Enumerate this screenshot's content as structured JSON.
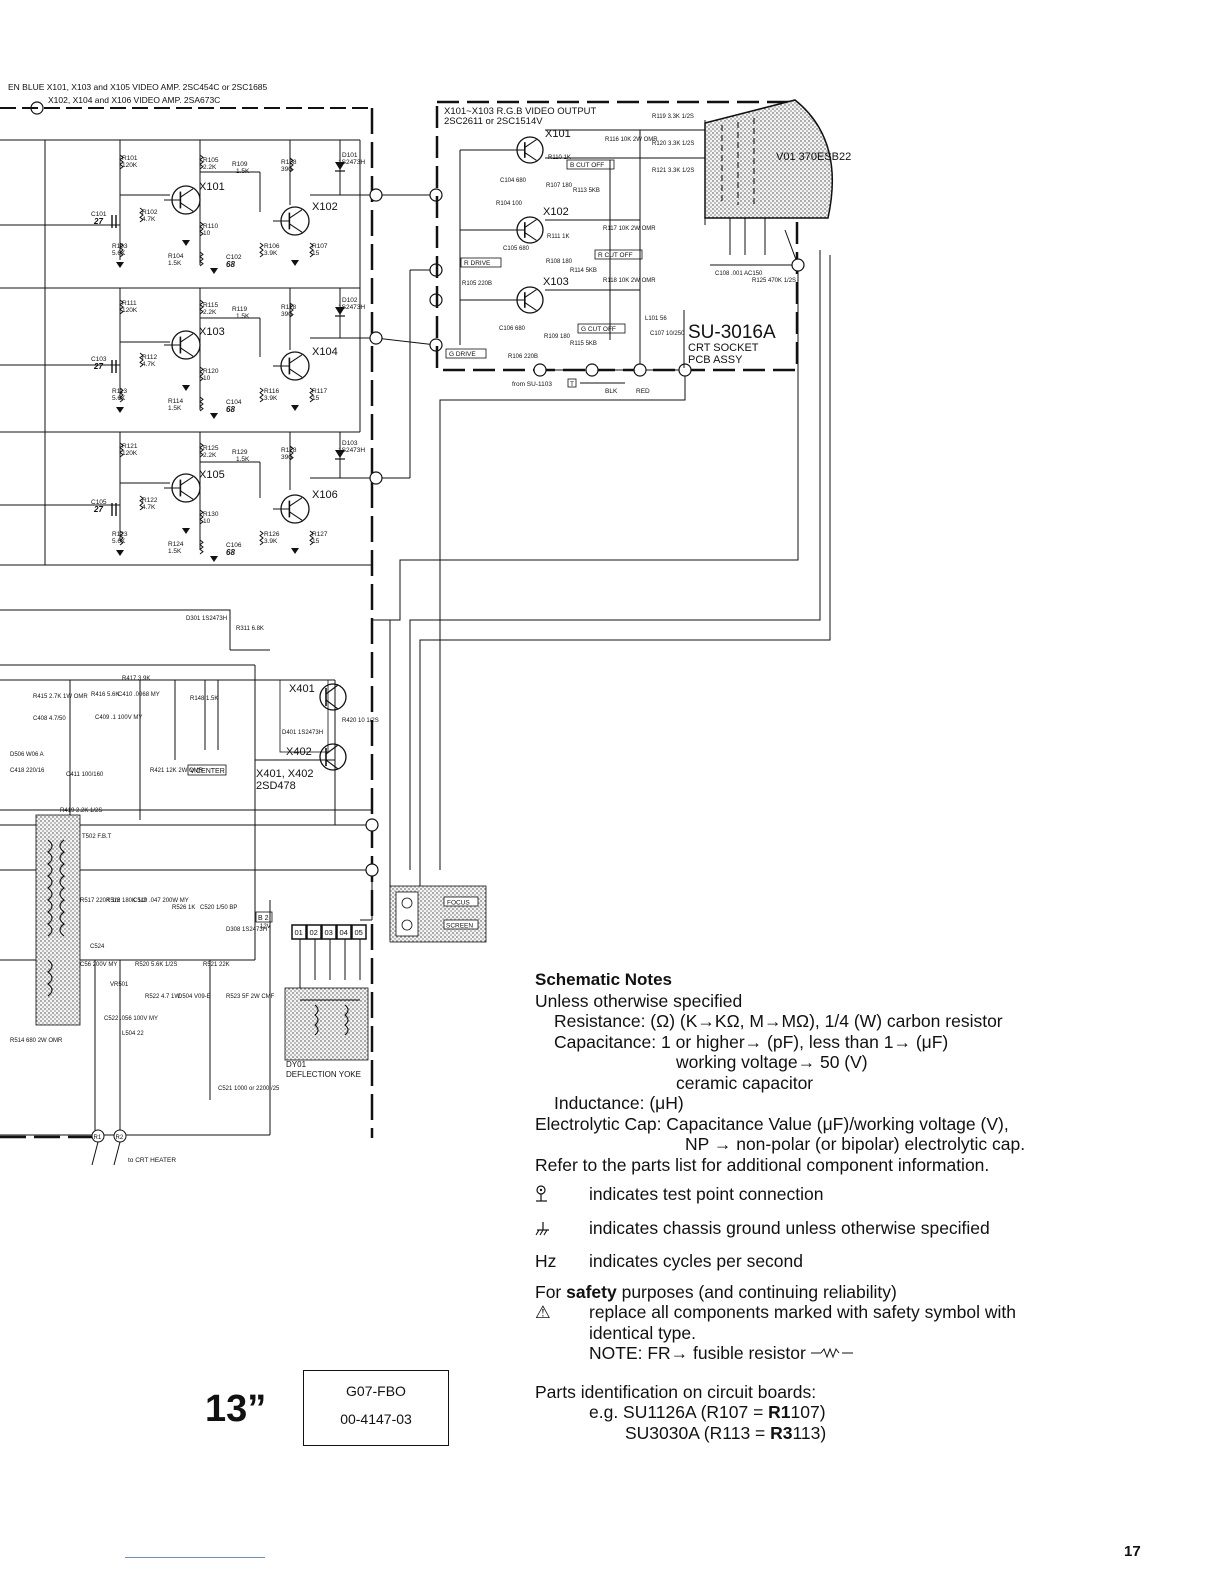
{
  "header": {
    "line1": "EN BLUE  X101, X103 and X105 VIDEO AMP. 2SC454C or 2SC1685",
    "line2": "X102, X104 and X106 VIDEO AMP. 2SA673C"
  },
  "video_amp": {
    "stages": [
      {
        "q1": "X101",
        "q2": "X102",
        "r_base": "R101",
        "r_base_v": "120K",
        "r_c": "R102",
        "r_c_v": "4.7K",
        "r_e": "R103",
        "r_e_v": "5.6K",
        "r_a": "R104",
        "r_a_v": "1.5K",
        "r_b": "R105",
        "r_b_v": "2.2K",
        "r_f": "R109",
        "r_f_v": "1.5K",
        "r_g": "R110",
        "r_g_v": "10",
        "r_h": "R106",
        "r_h_v": "3.9K",
        "r_i": "R107",
        "r_i_v": "15",
        "r_j": "R108",
        "r_j_v": "390",
        "c_in": "C101",
        "c_in_v": "27",
        "c_e": "C102",
        "c_e_v": "68",
        "diode": "D101",
        "diode_v": "1S2473H"
      },
      {
        "q1": "X103",
        "q2": "X104",
        "r_base": "R111",
        "r_base_v": "120K",
        "r_c": "R112",
        "r_c_v": "4.7K",
        "r_e": "R113",
        "r_e_v": "5.6K",
        "r_a": "R114",
        "r_a_v": "1.5K",
        "r_b": "R115",
        "r_b_v": "2.2K",
        "r_f": "R119",
        "r_f_v": "1.5K",
        "r_g": "R120",
        "r_g_v": "10",
        "r_h": "R116",
        "r_h_v": "3.9K",
        "r_i": "R117",
        "r_i_v": "15",
        "r_j": "R118",
        "r_j_v": "390",
        "c_in": "C103",
        "c_in_v": "27",
        "c_e": "C104",
        "c_e_v": "68",
        "diode": "D102",
        "diode_v": "1S2473H"
      },
      {
        "q1": "X105",
        "q2": "X106",
        "r_base": "R121",
        "r_base_v": "120K",
        "r_c": "R122",
        "r_c_v": "4.7K",
        "r_e": "R123",
        "r_e_v": "5.6K",
        "r_a": "R124",
        "r_a_v": "1.5K",
        "r_b": "R125",
        "r_b_v": "2.2K",
        "r_f": "R129",
        "r_f_v": "1.5K",
        "r_g": "R130",
        "r_g_v": "10",
        "r_h": "R126",
        "r_h_v": "3.9K",
        "r_i": "R127",
        "r_i_v": "15",
        "r_j": "R128",
        "r_j_v": "390",
        "c_in": "C105",
        "c_in_v": "27",
        "c_e": "C106",
        "c_e_v": "68",
        "diode": "D103",
        "diode_v": "1S2473H"
      }
    ]
  },
  "crt_board": {
    "title1": "X101~X103 R.G.B VIDEO OUTPUT",
    "title2": "2SC2611 or 2SC1514V",
    "transistors": [
      "X101",
      "X102",
      "X103"
    ],
    "cut_off": [
      "B CUT OFF",
      "R CUT OFF",
      "G CUT OFF"
    ],
    "drive": [
      "R DRIVE",
      "G DRIVE"
    ],
    "components": [
      "R119 3.3K 1/2S",
      "R116 10K 2W OMR",
      "R120 3.3K 1/2S",
      "R121 3.3K 1/2S",
      "R110 1K",
      "C104 680",
      "R107 180",
      "R113 5KB",
      "R104 100",
      "R117 10K 2W OMR",
      "R111 1K",
      "C105 680",
      "R108 180",
      "R114 5KB",
      "R105 220B",
      "R118 10K 2W OMR",
      "C106 680",
      "R109 180",
      "R115 5KB",
      "R106 220B",
      "L101 56",
      "C107 10/250",
      "C108 .001 AC150",
      "R125 470K 1/2S"
    ],
    "crt": "V01 370ESB22",
    "board_name": "SU-3016A",
    "board_sub1": "CRT SOCKET",
    "board_sub2": "PCB ASSY",
    "from_label": "from SU-1103",
    "from_pin": "T",
    "blk": "BLK",
    "red": "RED"
  },
  "deflection": {
    "components": [
      "D301 1S2473H",
      "R311 6.8K",
      "R417 3.9K",
      "R416 5.6K",
      "C410 .0068 MY",
      "R148 1.5K",
      "C409 .1 100V MY",
      "R415 2.7K 1W OMR",
      "C408 4.7/50",
      "D506 W06 A",
      "C418 220/16",
      "C411 100/160",
      "R421 12K 2W OMR",
      "R419 2.2K 1/2S",
      "T502 F.B.T",
      "R517 220K 1/2",
      "R516 180K 1/2",
      "C519 .047 200W MY",
      "R526 1K",
      "C520 1/50 BP",
      "D308 1S2473H",
      "C524",
      "C56 200V MY",
      "R520 5.6K 1/2S",
      "R521 22K",
      "VR501",
      "R522 4.7 1W",
      "D504 V09-E",
      "R523 5F 2W CMF",
      "C522 .056 100V MY",
      "L504 22",
      "R514 680 2W OMR",
      "C521 1000 or 2200 /25",
      "D401 1S2473H",
      "R420 10 1/2S",
      "12V"
    ],
    "x401": "X401",
    "x402": "X402",
    "x401_402": "X401, X402",
    "x401_402_type": "2SD478",
    "vcenter": "V.CENTER",
    "b2": "B 2",
    "pins": [
      "01",
      "02",
      "03",
      "04",
      "05"
    ],
    "focus": "FOCUS",
    "screen": "SCREEN",
    "yoke1": "DY01",
    "yoke2": "DEFLECTION YOKE",
    "r1": "R1",
    "r2": "R2",
    "heater": "to CRT HEATER"
  },
  "notes": {
    "title": "Schematic Notes",
    "line1": "Unless otherwise specified",
    "resistance": "Resistance: (Ω) (K→KΩ, M→MΩ), 1/4 (W) carbon resistor",
    "capacitance": "Capacitance: 1 or higher→ (pF), less than 1→ (μF)",
    "cap2": "working voltage→ 50 (V)",
    "cap3": "ceramic capacitor",
    "inductance": "Inductance: (μH)",
    "electrolytic": "Electrolytic Cap: Capacitance Value (μF)/working voltage (V),",
    "np": "NP → non-polar (or bipolar) electrolytic cap.",
    "refer": "Refer to the parts list for additional component information.",
    "test_point": "indicates test point connection",
    "chassis": "indicates chassis ground unless otherwise specified",
    "hz_sym": "Hz",
    "hz": "indicates cycles per second",
    "safety_pre": "For ",
    "safety_word": "safety",
    "safety_post": " purposes (and continuing reliability)",
    "safety_sym": "⚠",
    "safety1": "replace all components marked with safety symbol with",
    "safety2": "identical type.",
    "fr_note": "NOTE: FR→ fusible resistor",
    "parts_id": "Parts identification on circuit boards:",
    "eg1_pre": "e.g. SU1126A (R107 = ",
    "eg1_bold": "R1",
    "eg1_post": "107)",
    "eg2_pre": "SU3030A (R113 = ",
    "eg2_bold": "R3",
    "eg2_post": "113)"
  },
  "footer": {
    "size": "13”",
    "code1": "G07-FBO",
    "code2": "00-4147-03",
    "page": "17"
  }
}
